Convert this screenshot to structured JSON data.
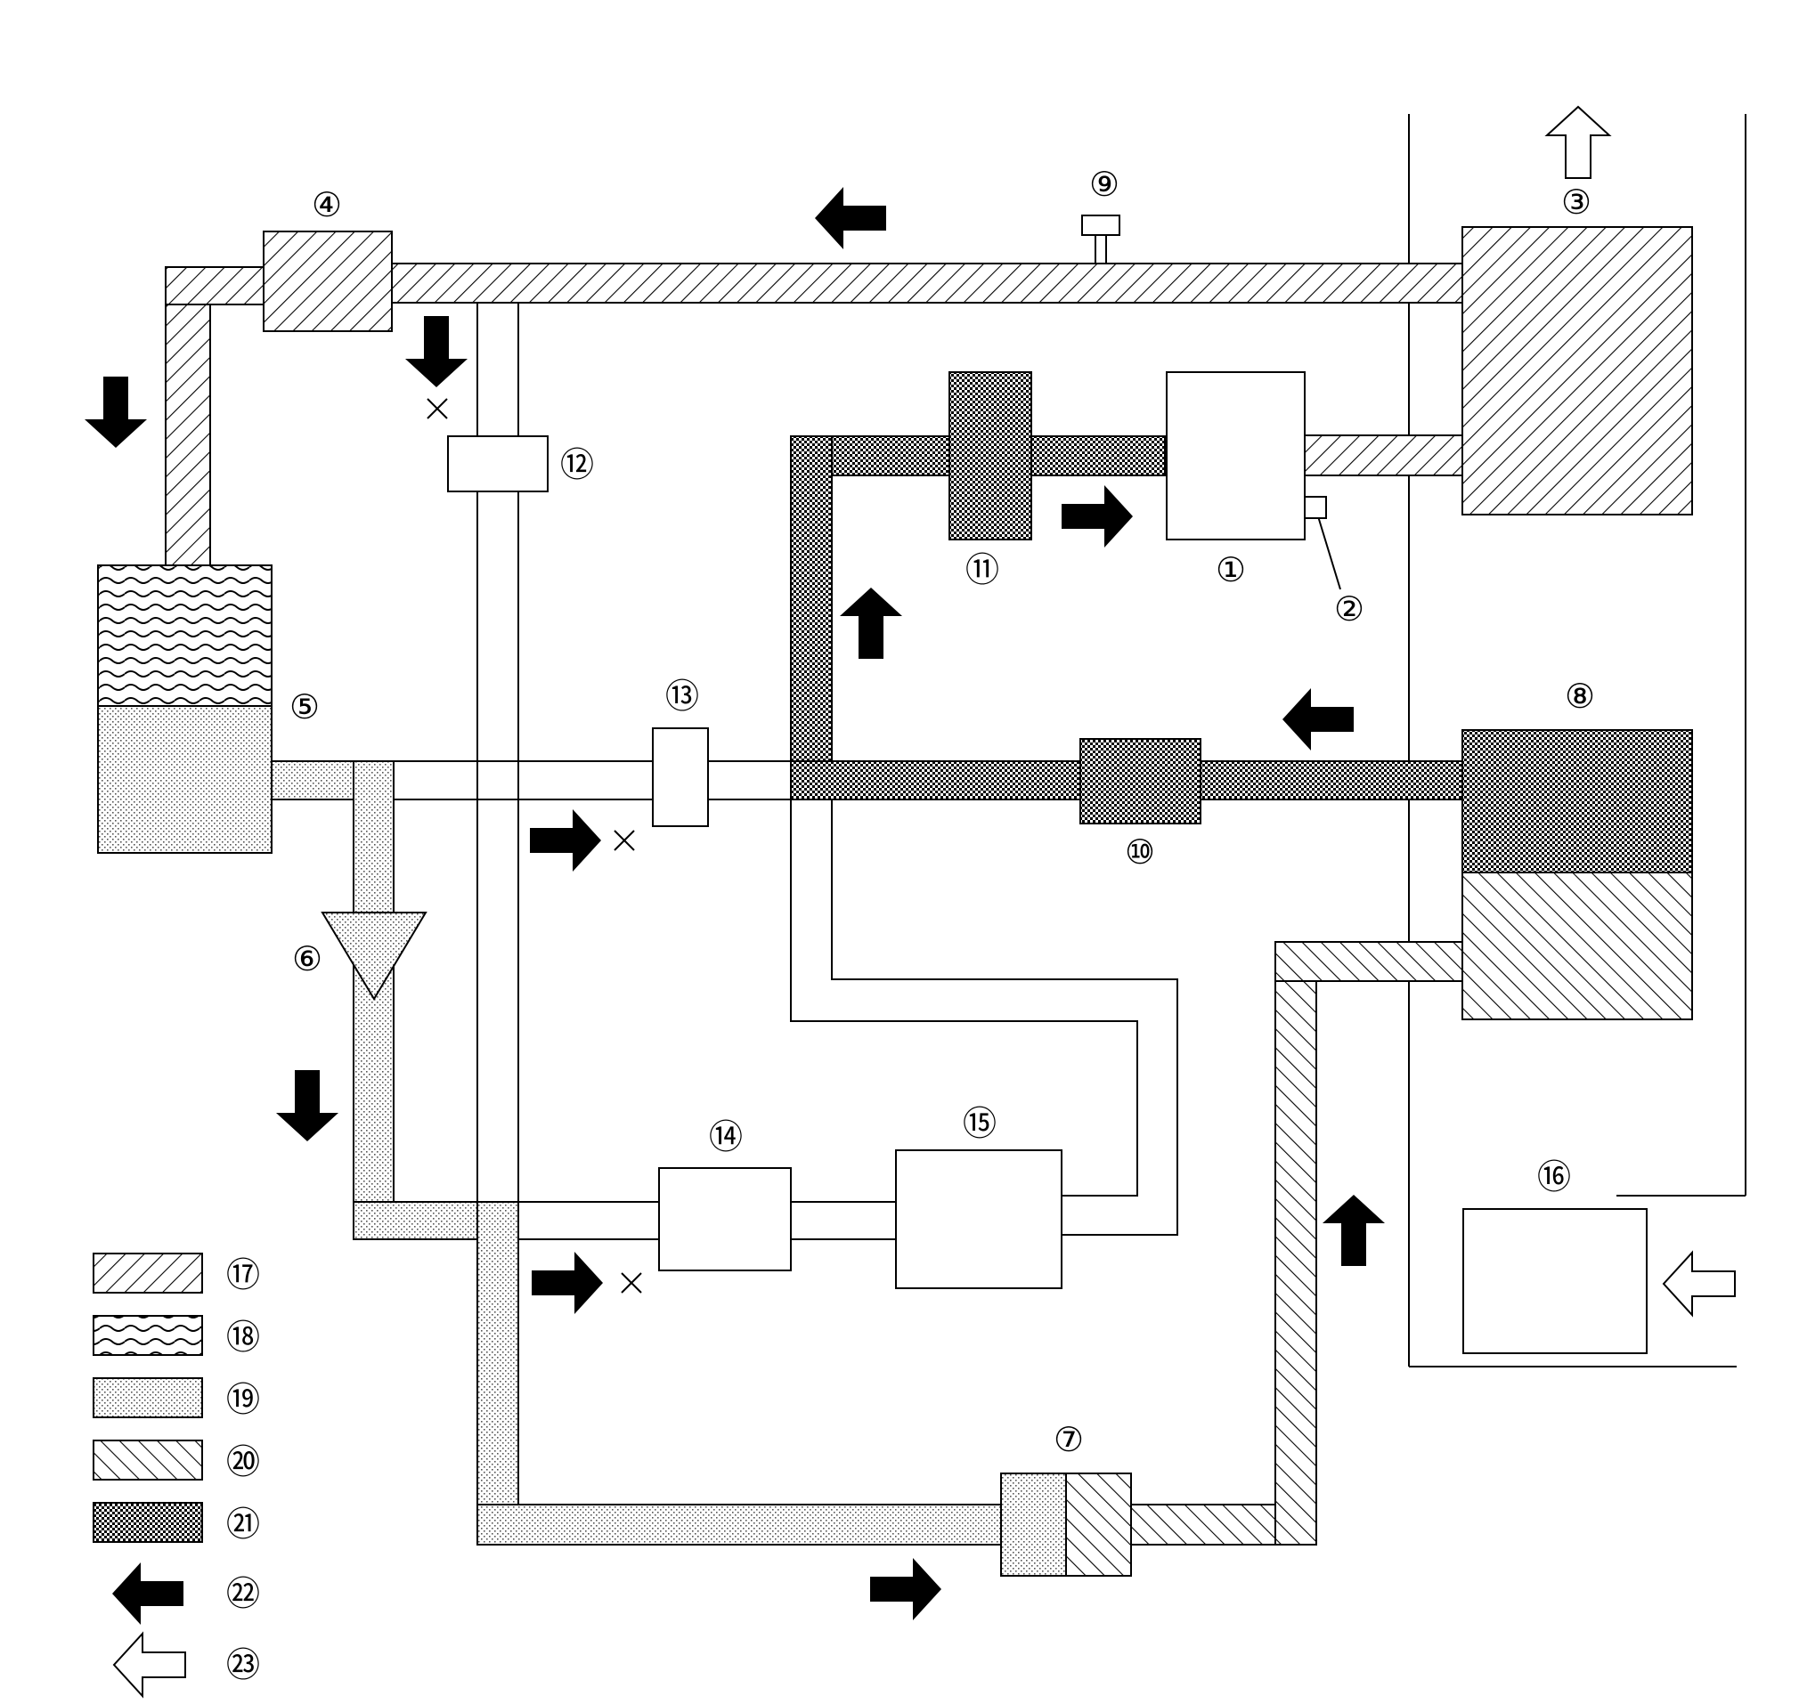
{
  "labels": {
    "c1": "①",
    "c2": "②",
    "c3": "③",
    "c4": "④",
    "c5": "⑤",
    "c6": "⑥",
    "c7": "⑦",
    "c8": "⑧",
    "c9": "⑨",
    "c10": "⑩",
    "c11": "⑪",
    "c12": "⑫",
    "c13": "⑬",
    "c14": "⑭",
    "c15": "⑮",
    "c16": "⑯"
  },
  "legend": [
    {
      "label": "⑰",
      "pattern": "diag-right-hatch"
    },
    {
      "label": "⑱",
      "pattern": "wave"
    },
    {
      "label": "⑲",
      "pattern": "light-dots"
    },
    {
      "label": "⑳",
      "pattern": "diag-left-hatch"
    },
    {
      "label": "㉑",
      "pattern": "dense-checker"
    },
    {
      "label": "㉒",
      "pattern": "filled-arrow-icon"
    },
    {
      "label": "㉓",
      "pattern": "outline-arrow-icon"
    }
  ],
  "colors": {
    "line": "#000000",
    "background": "#ffffff"
  }
}
